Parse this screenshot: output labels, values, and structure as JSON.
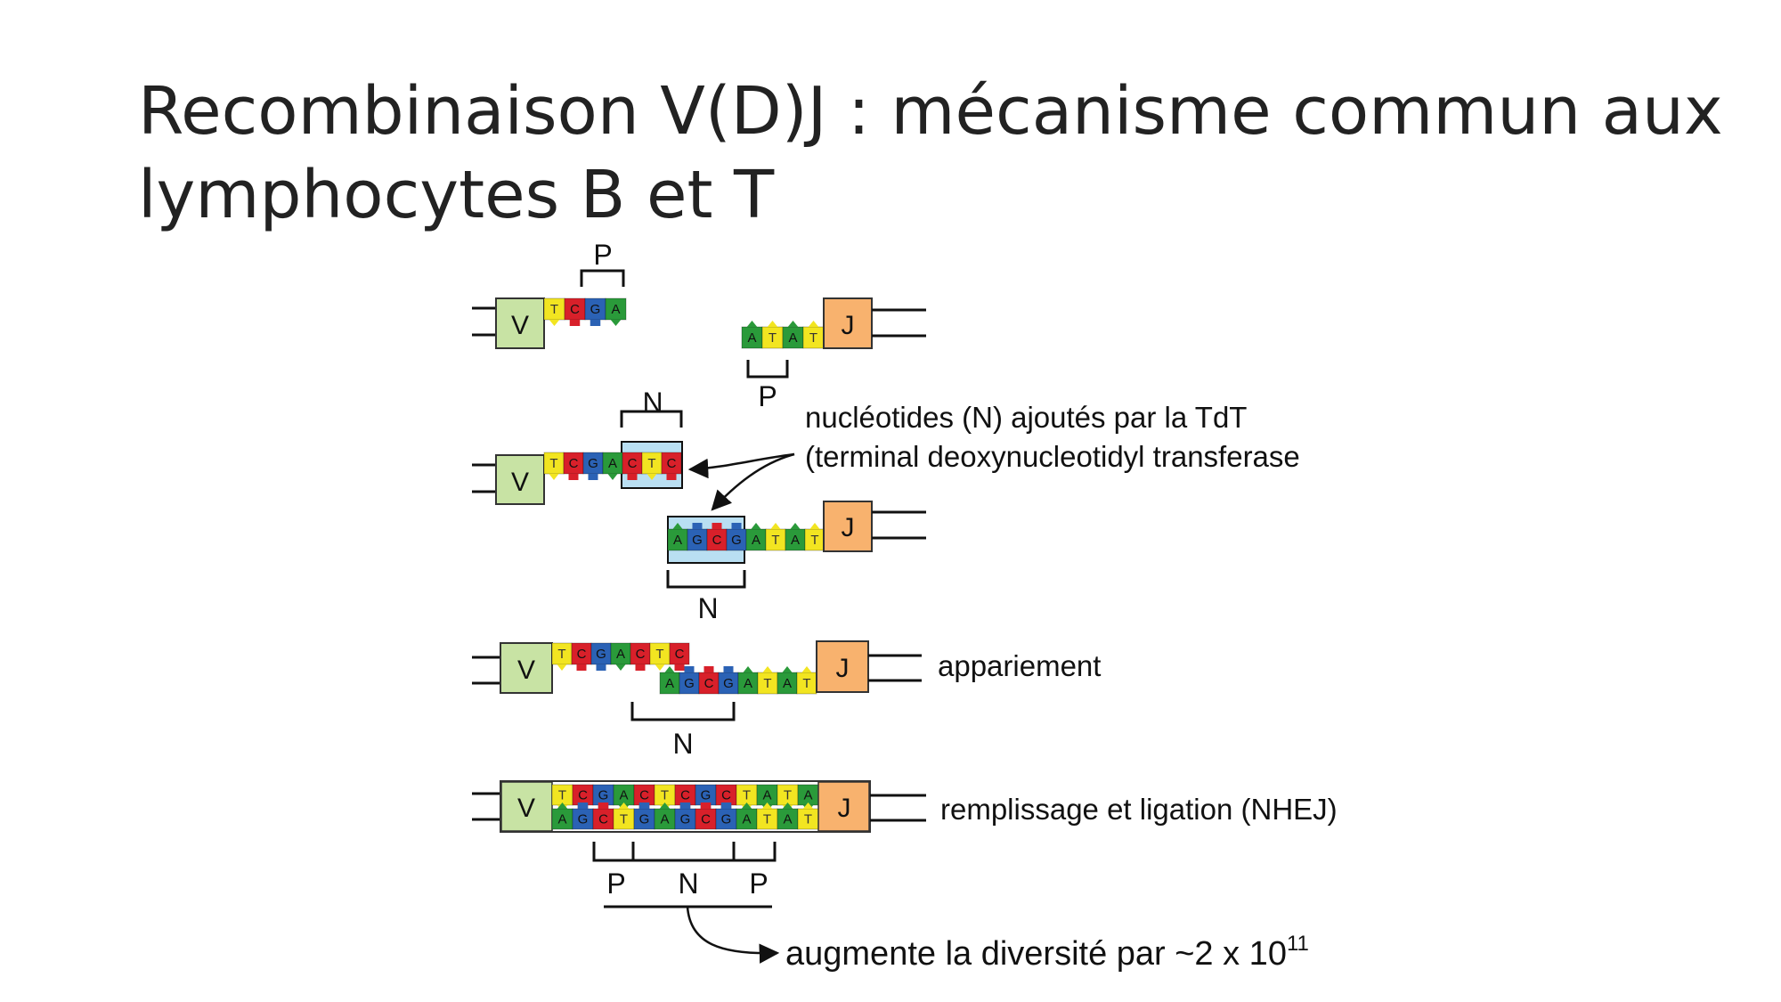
{
  "title": "Recombinaison V(D)J : mécanisme commun aux lymphocytes B et T",
  "segments": {
    "v": "V",
    "j": "J"
  },
  "labels": {
    "p": "P",
    "n": "N",
    "tdt_line1": "nucléotides (N) ajoutés par la TdT",
    "tdt_line2": "(terminal deoxynucleotidyl transferase",
    "pairing": "appariement",
    "fill_ligation": "remplissage et ligation",
    "nhej": "(NHEJ)",
    "diversity_text": "augmente la diversité par ~2 x 10",
    "diversity_exp": "11"
  },
  "colors": {
    "A": "#2a9a3a",
    "T": "#f2e521",
    "C": "#d8202a",
    "G": "#2b62b5",
    "v_box": "#c8e3a4",
    "j_box": "#f8b26e",
    "n_box": "#b9dff2"
  },
  "rows": {
    "row1_v_top": [
      "T",
      "C",
      "G",
      "A"
    ],
    "row1_j_bot": [
      "A",
      "T",
      "A",
      "T"
    ],
    "row2_v_top": [
      "T",
      "C",
      "G",
      "A",
      "C",
      "T",
      "C"
    ],
    "row2_j_bot": [
      "A",
      "G",
      "C",
      "G",
      "A",
      "T",
      "A",
      "T"
    ],
    "row3_v_top": [
      "T",
      "C",
      "G",
      "A",
      "C",
      "T",
      "C"
    ],
    "row3_j_bot": [
      "A",
      "G",
      "C",
      "G",
      "A",
      "T",
      "A",
      "T"
    ],
    "row4_top": [
      "T",
      "C",
      "G",
      "A",
      "C",
      "T",
      "C",
      "G",
      "C",
      "T",
      "A",
      "T",
      "A"
    ],
    "row4_bot": [
      "A",
      "G",
      "C",
      "T",
      "G",
      "A",
      "G",
      "C",
      "G",
      "A",
      "T",
      "A",
      "T"
    ]
  }
}
